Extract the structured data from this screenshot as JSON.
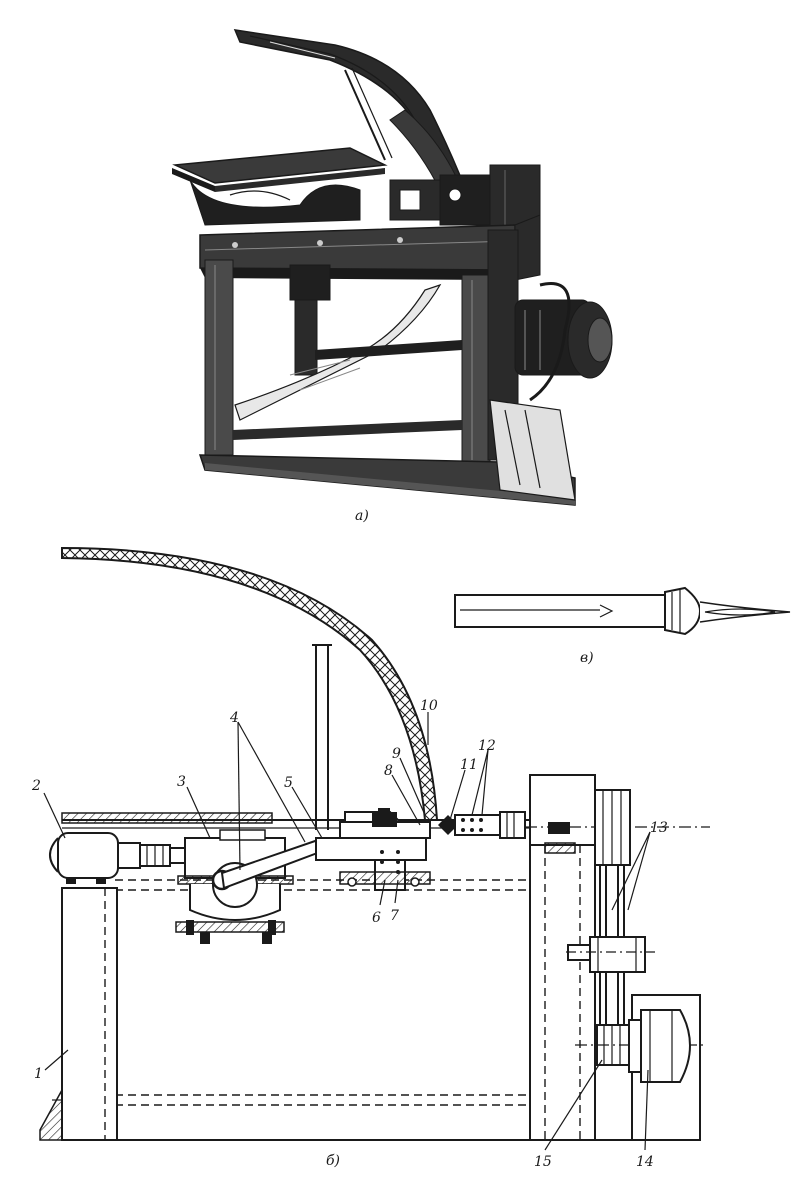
{
  "captions": {
    "photo": "а)",
    "drawing": "б)",
    "tool": "в)"
  },
  "labels": [
    "1",
    "2",
    "3",
    "4",
    "5",
    "6",
    "7",
    "8",
    "9",
    "10",
    "11",
    "12",
    "13",
    "14",
    "15"
  ]
}
